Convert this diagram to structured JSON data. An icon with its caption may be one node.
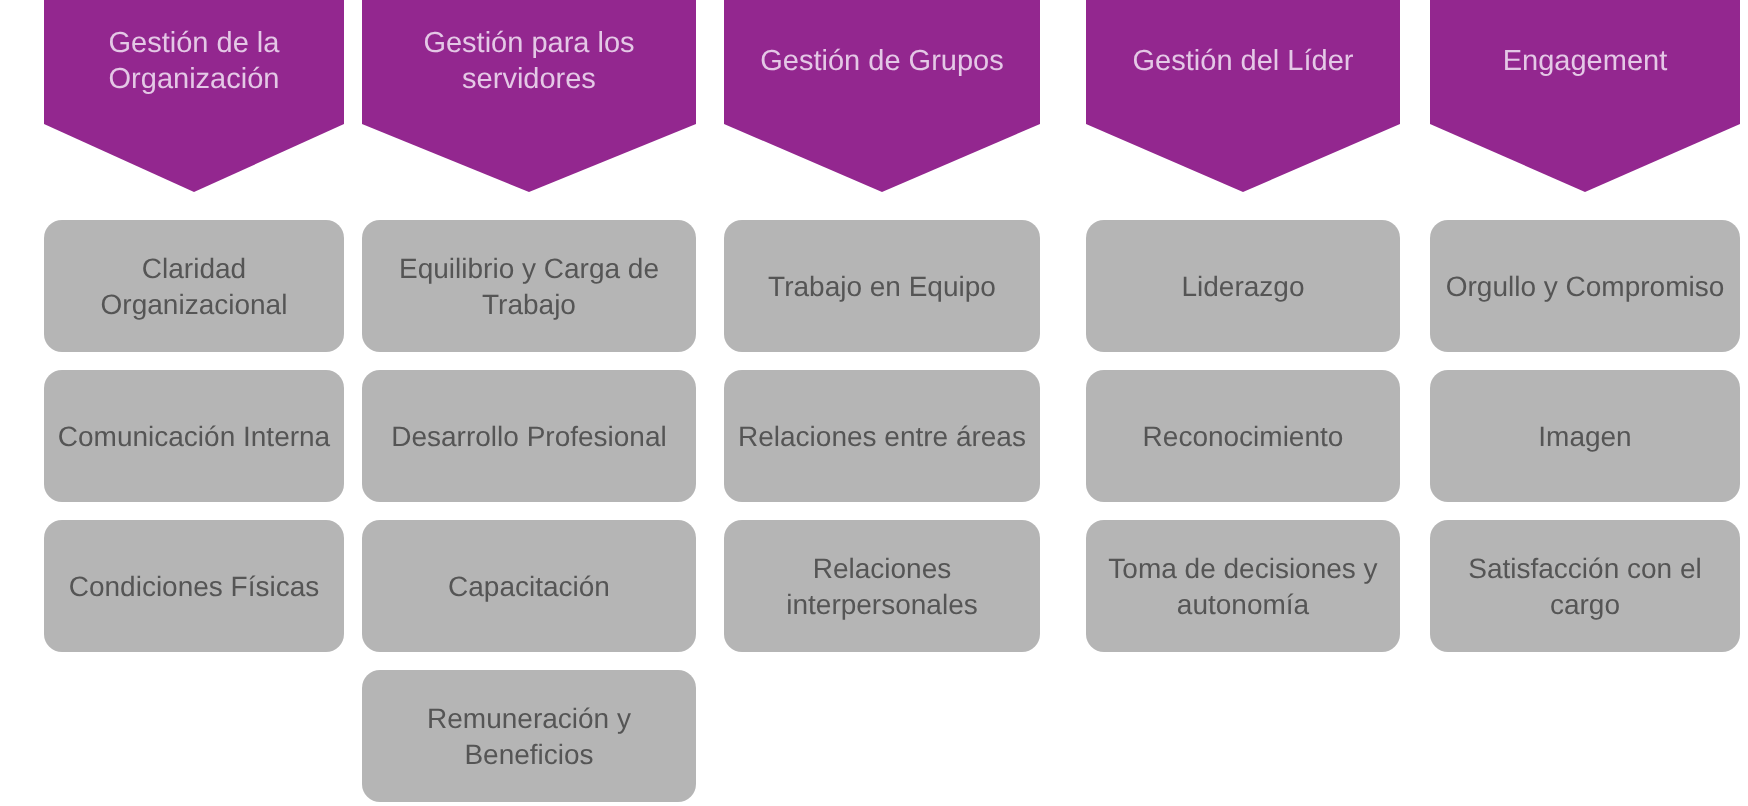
{
  "diagram": {
    "nodes": [
      {
        "text": [
          "Gestión de la Organización"
        ]
      },
      {
        "text": [
          "Claridad Organizacional"
        ]
      },
      {
        "text": [
          "Comunicación Interna"
        ]
      },
      {
        "text": [
          "Condiciones Físicas"
        ]
      },
      {
        "text": [
          "Gestión para los servidores"
        ]
      },
      {
        "text": [
          "Equilibrio y Carga de Trabajo"
        ]
      },
      {
        "text": [
          "Desarrollo Profesional"
        ]
      },
      {
        "text": [
          "Capacitación"
        ]
      },
      {
        "text": [
          "Remuneración y Beneficios"
        ]
      },
      {
        "text": [
          "Gestión de Grupos"
        ]
      },
      {
        "text": [
          "Trabajo en Equipo"
        ]
      },
      {
        "text": [
          "Relaciones entre áreas"
        ]
      },
      {
        "text": [
          "Relaciones interpersonales"
        ]
      },
      {
        "text": [
          "Gestión del Líder"
        ]
      },
      {
        "text": [
          "Liderazgo"
        ]
      },
      {
        "text": [
          "Reconocimiento"
        ]
      },
      {
        "text": [
          "Toma de decisiones y autonomía"
        ]
      },
      {
        "text": [
          "Engagement"
        ]
      },
      {
        "text": [
          "Orgullo y Compromiso"
        ]
      },
      {
        "text": [
          "Imagen"
        ]
      },
      {
        "text": [
          "Satisfacción con el cargo"
        ]
      }
    ],
    "edges": []
  }
}
